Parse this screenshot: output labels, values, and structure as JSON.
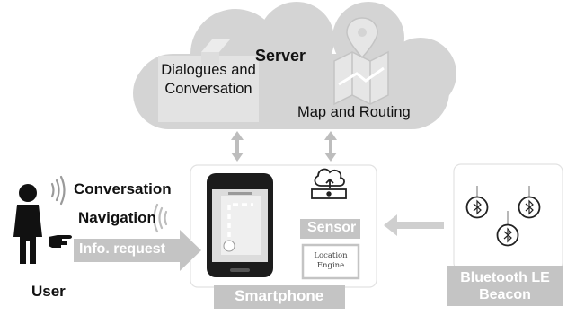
{
  "server": {
    "title": "Server",
    "dialogues": "Dialogues and Conversation",
    "map_routing": "Map and Routing"
  },
  "user": {
    "label": "User",
    "conversation": "Conversation",
    "navigation": "Navigation",
    "info_request": "Info. request"
  },
  "smartphone": {
    "label": "Smartphone",
    "sensor": "Sensor",
    "location_engine": "Location Engine"
  },
  "beacon": {
    "label": "Bluetooth LE Beacon",
    "icon": "bluetooth-icon",
    "count": 3
  },
  "colors": {
    "cloud": "#d4d4d4",
    "label_box": "#c4c4c4",
    "arrow": "#cfcfcf",
    "dark": "#1c1c1c"
  }
}
